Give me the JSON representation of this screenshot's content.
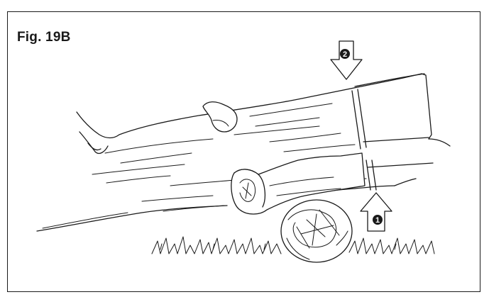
{
  "figure": {
    "label": "Fig. 19B"
  },
  "markers": {
    "cut_top": "2",
    "cut_bottom": "1"
  },
  "colors": {
    "ink": "#1a1a1a",
    "background": "#ffffff"
  }
}
